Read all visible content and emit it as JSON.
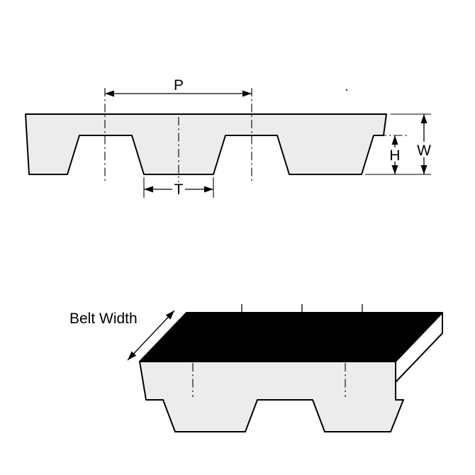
{
  "figure": {
    "labels": {
      "p": "P",
      "t": "T",
      "h": "H",
      "w": "W",
      "belt_width": "Belt Width"
    },
    "colors": {
      "outline": "#000000",
      "belt_fill": "#ececec",
      "top_face_fill": "#000000",
      "side_face_fill": "#ffffff",
      "background": "#ffffff"
    }
  }
}
